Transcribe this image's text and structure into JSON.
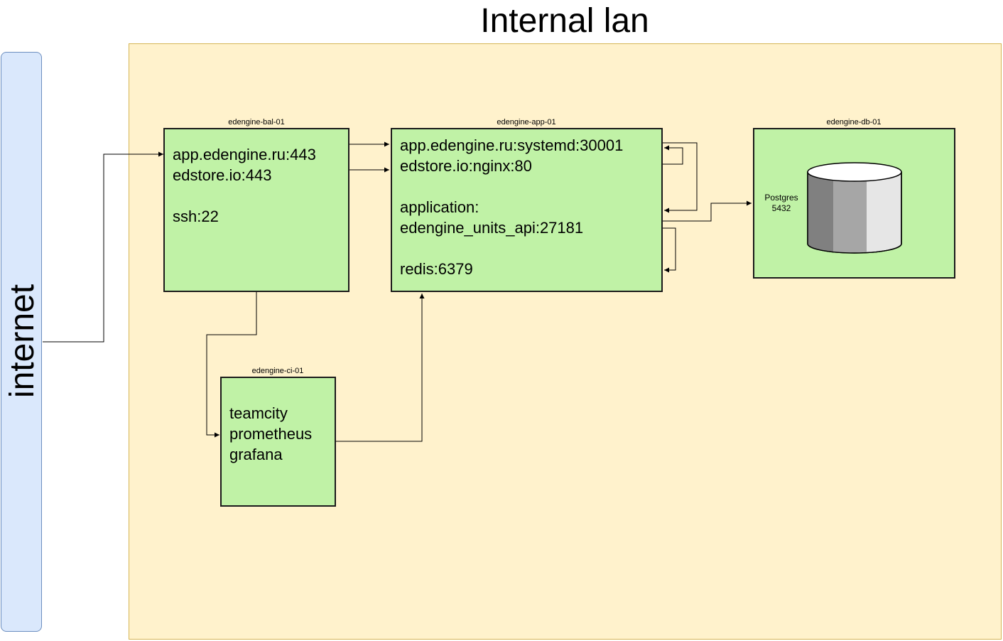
{
  "diagram": {
    "title": "Internal lan",
    "internet_label": "internet",
    "servers": {
      "bal": {
        "name": "edengine-bal-01",
        "lines": [
          "app.edengine.ru:443",
          "edstore.io:443",
          "ssh:22"
        ]
      },
      "app": {
        "name": "edengine-app-01",
        "lines": [
          "app.edengine.ru:systemd:30001",
          "edstore.io:nginx:80",
          "application:",
          "edengine_units_api:27181",
          "redis:6379"
        ]
      },
      "db": {
        "name": "edengine-db-01",
        "db_name": "Postgres",
        "db_port": "5432"
      },
      "ci": {
        "name": "edengine-ci-01",
        "lines": [
          "teamcity",
          "prometheus",
          "grafana"
        ]
      }
    },
    "colors": {
      "lan_fill": "#fff2cc",
      "lan_border": "#d6b656",
      "internet_fill": "#dae8fc",
      "internet_border": "#6c8ebf",
      "server_fill": "#c0f2a6"
    }
  }
}
